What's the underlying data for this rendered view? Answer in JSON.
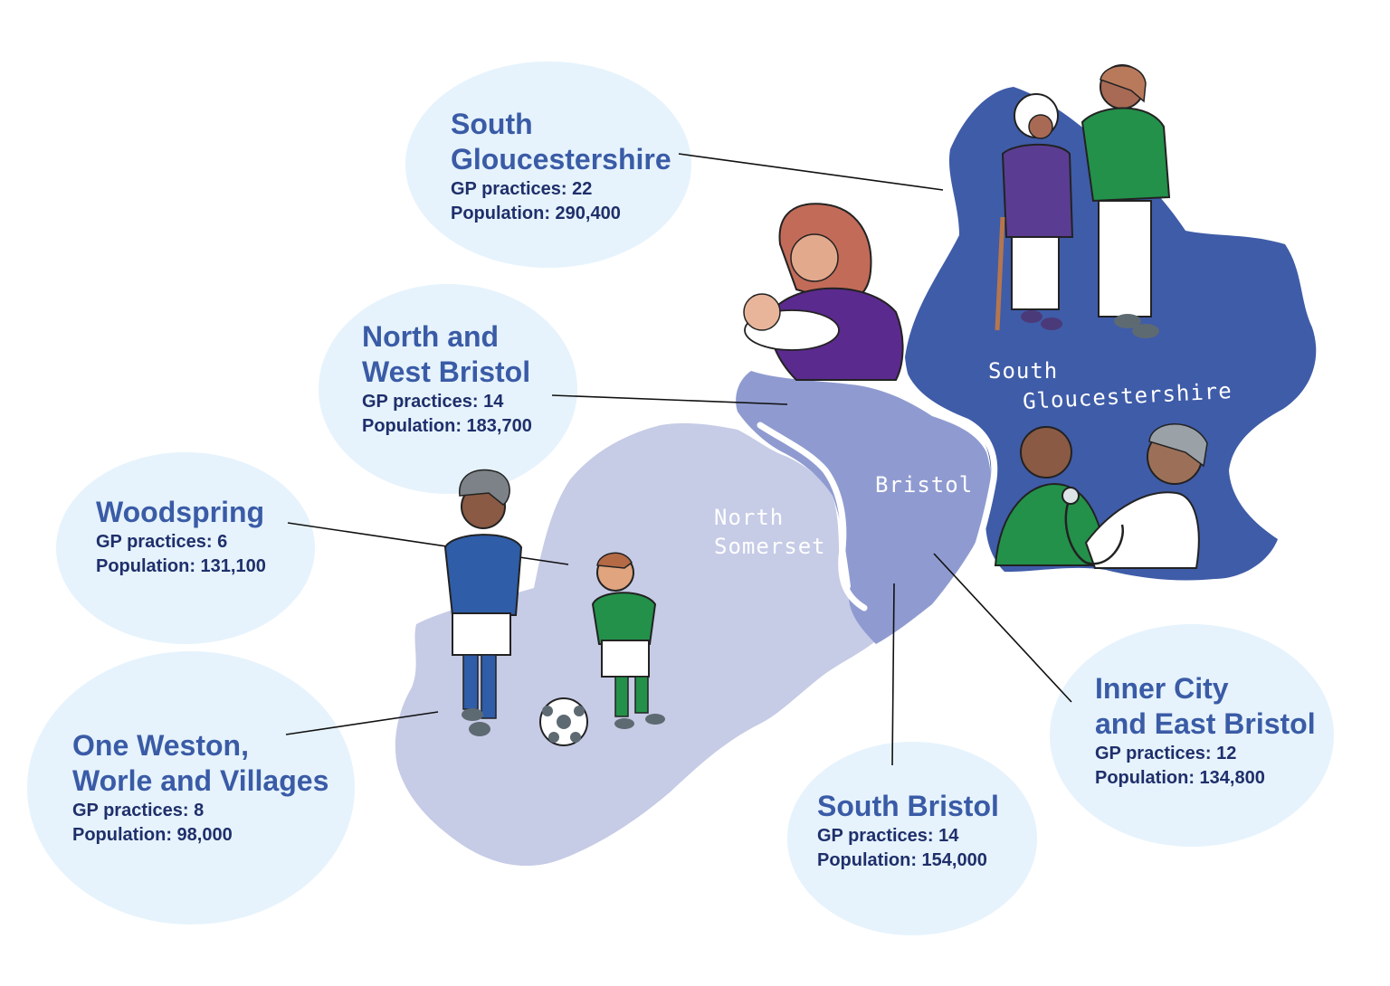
{
  "colors": {
    "bubble": "#e6f3fc",
    "south_gloucestershire_area": "#3f5ca8",
    "bristol_area": "#8f9bd0",
    "north_somerset_area": "#c6cbe6",
    "heading_text": "#3a5ba6",
    "stat_text": "#1f2f6b"
  },
  "map_labels": {
    "south_gloucestershire": [
      "South",
      "Gloucestershire"
    ],
    "bristol": "Bristol",
    "north_somerset": [
      "North",
      "Somerset"
    ]
  },
  "localities": [
    {
      "name": [
        "South",
        "Gloucestershire"
      ],
      "gp_practices": "GP practices: 22",
      "population": "Population: 290,400"
    },
    {
      "name": [
        "North and",
        "West Bristol"
      ],
      "gp_practices": "GP practices: 14",
      "population": "Population: 183,700"
    },
    {
      "name": [
        "Woodspring"
      ],
      "gp_practices": "GP practices: 6",
      "population": "Population: 131,100"
    },
    {
      "name": [
        "One Weston,",
        "Worle and Villages"
      ],
      "gp_practices": "GP practices: 8",
      "population": "Population: 98,000"
    },
    {
      "name": [
        "South Bristol"
      ],
      "gp_practices": "GP practices: 14",
      "population": "Population: 154,000"
    },
    {
      "name": [
        "Inner City",
        "and East Bristol"
      ],
      "gp_practices": "GP practices: 12",
      "population": "Population: 134,800"
    }
  ],
  "illustrations": [
    "elderly-woman-with-cane-icon",
    "woman-in-green-icon",
    "mother-holding-baby-icon",
    "doctor-with-stethoscope-icon",
    "patient-icon",
    "footballer-adult-icon",
    "footballer-child-icon",
    "football-icon"
  ]
}
